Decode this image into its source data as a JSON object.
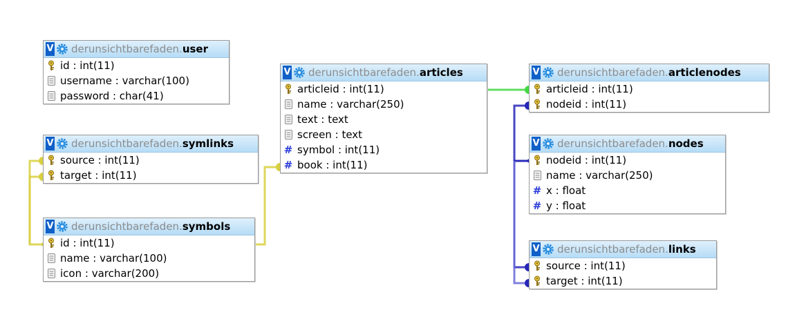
{
  "database": "derunsichtbarefaden.",
  "tables": [
    {
      "name": "user",
      "columns": [
        {
          "label": "id : int(11)",
          "icon": "key"
        },
        {
          "label": "username : varchar(100)",
          "icon": "text"
        },
        {
          "label": "password : char(41)",
          "icon": "text"
        }
      ]
    },
    {
      "name": "symlinks",
      "columns": [
        {
          "label": "source : int(11)",
          "icon": "key"
        },
        {
          "label": "target : int(11)",
          "icon": "key"
        }
      ]
    },
    {
      "name": "symbols",
      "columns": [
        {
          "label": "id : int(11)",
          "icon": "key"
        },
        {
          "label": "name : varchar(100)",
          "icon": "text"
        },
        {
          "label": "icon : varchar(200)",
          "icon": "text"
        }
      ]
    },
    {
      "name": "articles",
      "columns": [
        {
          "label": "articleid : int(11)",
          "icon": "key"
        },
        {
          "label": "name : varchar(250)",
          "icon": "text"
        },
        {
          "label": "text : text",
          "icon": "text"
        },
        {
          "label": "screen : text",
          "icon": "text"
        },
        {
          "label": "symbol : int(11)",
          "icon": "number"
        },
        {
          "label": "book : int(11)",
          "icon": "number"
        }
      ]
    },
    {
      "name": "articlenodes",
      "columns": [
        {
          "label": "articleid : int(11)",
          "icon": "key"
        },
        {
          "label": "nodeid : int(11)",
          "icon": "key"
        }
      ]
    },
    {
      "name": "nodes",
      "columns": [
        {
          "label": "nodeid : int(11)",
          "icon": "key"
        },
        {
          "label": "name : varchar(250)",
          "icon": "text"
        },
        {
          "label": "x : float",
          "icon": "number"
        },
        {
          "label": "y : float",
          "icon": "number"
        }
      ]
    },
    {
      "name": "links",
      "columns": [
        {
          "label": "source : int(11)",
          "icon": "key"
        },
        {
          "label": "target : int(11)",
          "icon": "key"
        }
      ]
    }
  ],
  "colors": {
    "yellow_link": "#d8d040",
    "green_link": "#44d844",
    "blue_link": "#2626b8",
    "purple_link": "#6a6ad8"
  }
}
